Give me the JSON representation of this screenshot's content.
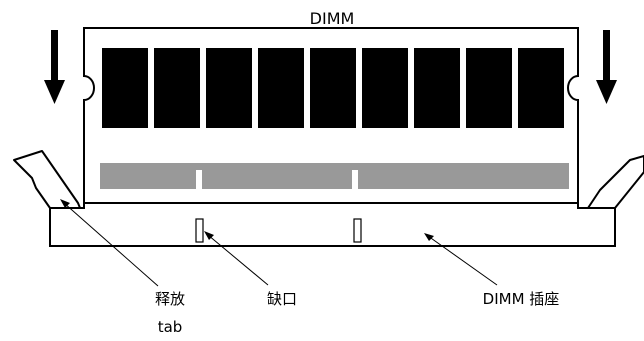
{
  "diagram": {
    "title": "DIMM",
    "labels": {
      "release_tab_line1": "释放",
      "release_tab_line2": "tab",
      "notch": "缺口",
      "dimm_socket": "DIMM 插座"
    },
    "chip_count": 9,
    "colors": {
      "outline": "#000000",
      "chip": "#000000",
      "contact_strip": "#999999",
      "background": "#ffffff"
    }
  }
}
